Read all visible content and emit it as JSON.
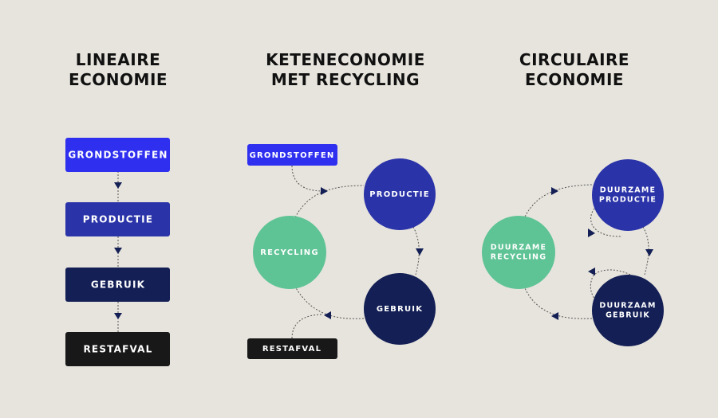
{
  "colors": {
    "background": "#e7e4dd",
    "raw": "#2f2ff0",
    "production": "#2a33a8",
    "use": "#131f55",
    "waste": "#181818",
    "recycling": "#5ec395"
  },
  "linear": {
    "title": [
      "LINEAIRE",
      "ECONOMIE"
    ],
    "steps": [
      "GRONDSTOFFEN",
      "PRODUCTIE",
      "GEBRUIK",
      "RESTAFVAL"
    ]
  },
  "chain": {
    "title": [
      "KETENECONOMIE",
      "MET RECYCLING"
    ],
    "input": "GRONDSTOFFEN",
    "production": "PRODUCTIE",
    "use": "GEBRUIK",
    "recycling": "RECYCLING",
    "waste": "RESTAFVAL"
  },
  "circular": {
    "title": [
      "CIRCULAIRE",
      "ECONOMIE"
    ],
    "production": [
      "DUURZAME",
      "PRODUCTIE"
    ],
    "use": [
      "DUURZAAM",
      "GEBRUIK"
    ],
    "recycling": [
      "DUURZAME",
      "RECYCLING"
    ]
  }
}
